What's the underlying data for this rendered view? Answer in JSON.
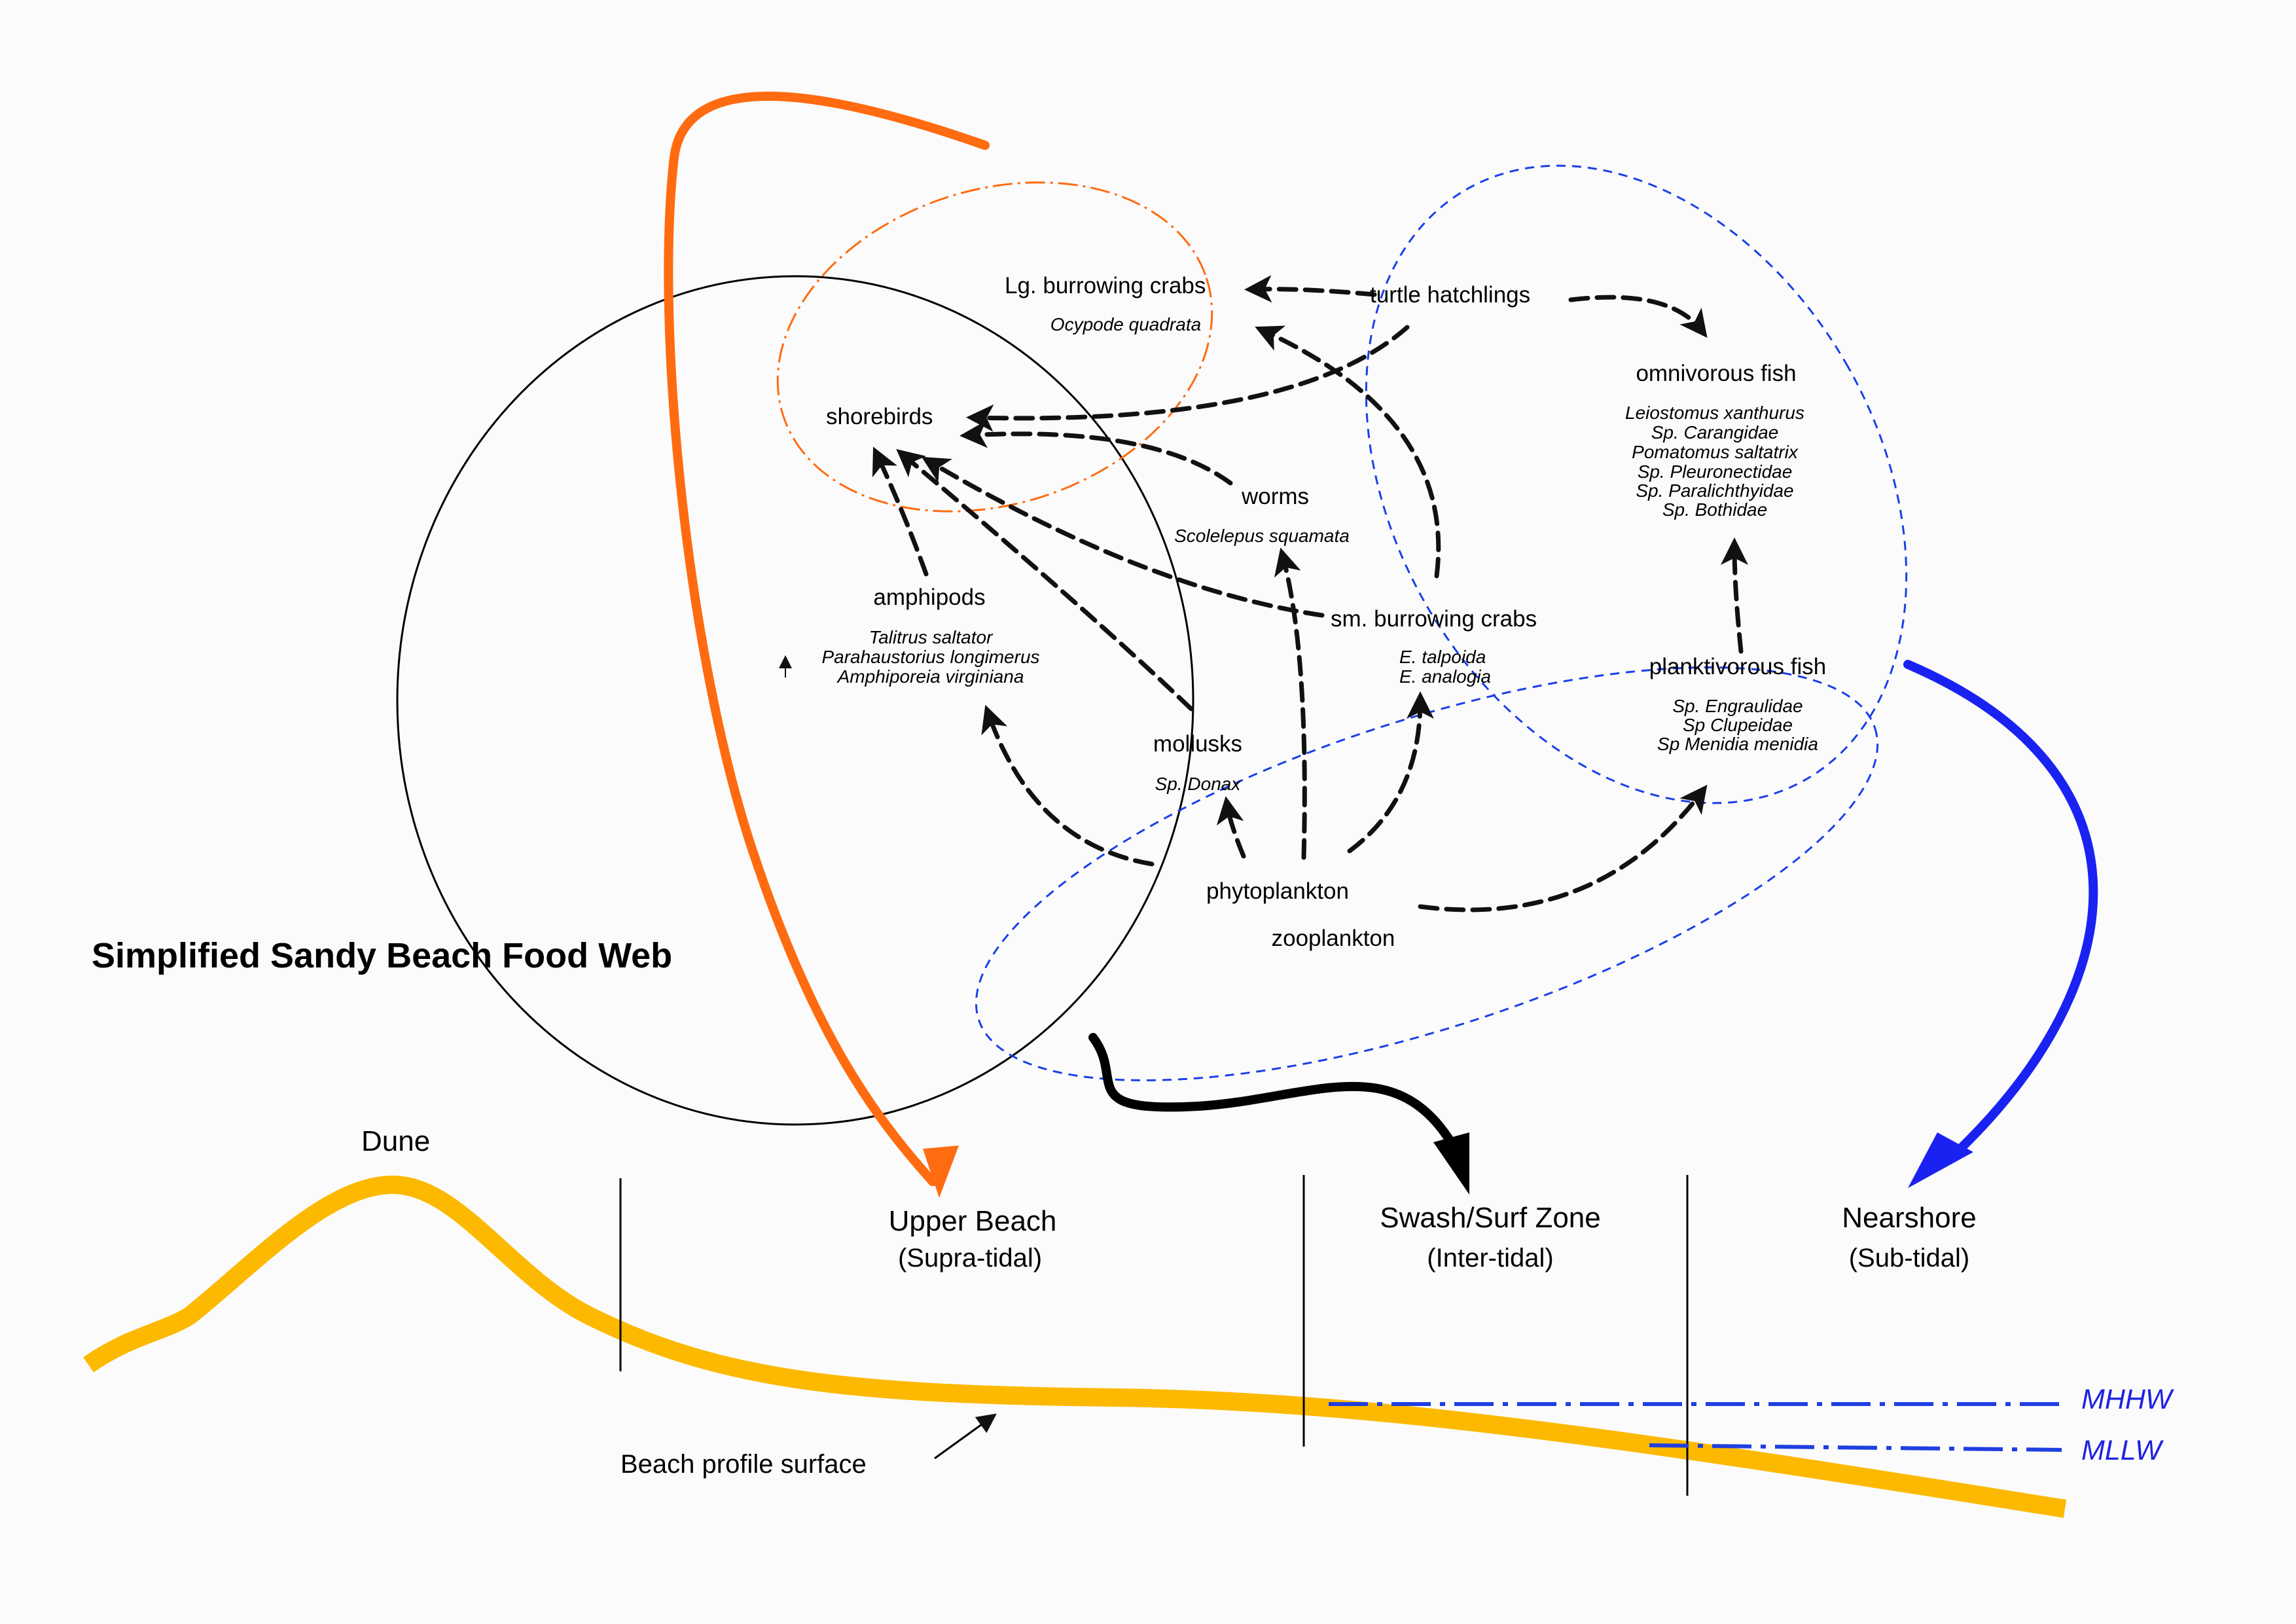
{
  "title": "Simplified Sandy Beach Food Web",
  "colors": {
    "beach_profile": "#fcb900",
    "upper_beach_arrow": "#ff6b10",
    "nearshore_arrow": "#1a22f2",
    "tide_lines": "#1f3fe0",
    "food_links": "#111111"
  },
  "organisms": {
    "lg_crabs": {
      "name": "Lg. burrowing crabs",
      "species": [
        "Ocypode quadrata"
      ]
    },
    "turtles": {
      "name": "turtle hatchlings",
      "species": []
    },
    "omnivorous_fish": {
      "name": "omnivorous fish",
      "species": [
        "Leiostomus xanthurus",
        "Sp. Carangidae",
        "Pomatomus saltatrix",
        "Sp. Pleuronectidae",
        "Sp. Paralichthyidae",
        "Sp. Bothidae"
      ]
    },
    "shorebirds": {
      "name": "shorebirds",
      "species": []
    },
    "worms": {
      "name": "worms",
      "species": [
        "Scolelepus squamata"
      ]
    },
    "amphipods": {
      "name": "amphipods",
      "species": [
        "Talitrus saltator",
        "Parahaustorius longimerus",
        "Amphiporeia virginiana"
      ]
    },
    "sm_crabs": {
      "name": "sm. burrowing crabs",
      "species": [
        "E. talpoida",
        "E. analogia"
      ]
    },
    "planktivorous_fish": {
      "name": "planktivorous fish",
      "species": [
        "Sp. Engraulidae",
        "Sp Clupeidae",
        "Sp Menidia menidia"
      ]
    },
    "mollusks": {
      "name": "mollusks",
      "species": [
        "Sp. Donax"
      ]
    },
    "phytoplankton": {
      "name": "phytoplankton",
      "species": []
    },
    "zooplankton": {
      "name": "zooplankton",
      "species": []
    }
  },
  "zones": [
    {
      "name": "Upper Beach",
      "sub": "(Supra-tidal)"
    },
    {
      "name": "Swash/Surf Zone",
      "sub": "(Inter-tidal)"
    },
    {
      "name": "Nearshore",
      "sub": "(Sub-tidal)"
    }
  ],
  "labels": {
    "dune": "Dune",
    "beach_profile": "Beach profile surface",
    "mhhw": "MHHW",
    "mllw": "MLLW"
  }
}
